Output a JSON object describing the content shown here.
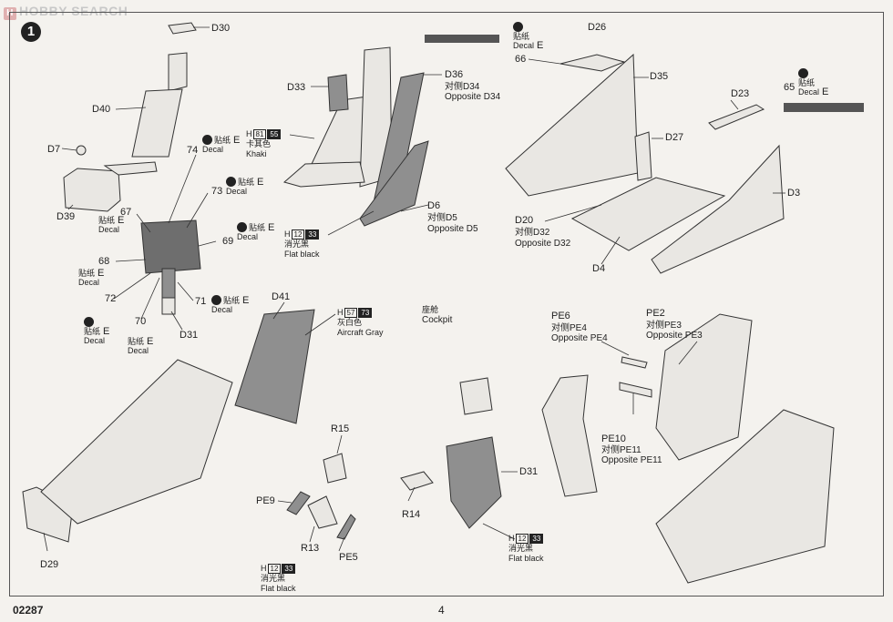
{
  "watermark": "HOBBY SEARCH",
  "step_number": "1",
  "footer": {
    "code": "02287",
    "page": "4"
  },
  "labels": {
    "d30": "D30",
    "d40": "D40",
    "d7": "D7",
    "d39": "D39",
    "d33": "D33",
    "d36": "D36",
    "d36_opp_cn": "对侧D34",
    "d36_opp": "Opposite D34",
    "d6": "D6",
    "d6_opp_cn": "对侧D5",
    "d6_opp": "Opposite D5",
    "d26": "D26",
    "d35": "D35",
    "d23": "D23",
    "d27": "D27",
    "d3": "D3",
    "d20": "D20",
    "d20_opp_cn": "对侧D32",
    "d20_opp": "Opposite D32",
    "d4": "D4",
    "n66": "66",
    "n65": "65",
    "n74": "74",
    "n73": "73",
    "n67": "67",
    "n69": "69",
    "n68": "68",
    "n72": "72",
    "n71": "71",
    "n70": "70",
    "d31a": "D31",
    "d41": "D41",
    "cockpit_cn": "座舱",
    "cockpit": "Cockpit",
    "pe6": "PE6",
    "pe6_opp_cn": "对侧PE4",
    "pe6_opp": "Opposite PE4",
    "pe2": "PE2",
    "pe2_opp_cn": "对侧PE3",
    "pe2_opp": "Opposite PE3",
    "pe10": "PE10",
    "pe10_opp_cn": "对侧PE11",
    "pe10_opp": "Opposite PE11",
    "r15": "R15",
    "pe9": "PE9",
    "r13": "R13",
    "pe5": "PE5",
    "r14": "R14",
    "d31b": "D31",
    "d29": "D29"
  },
  "decal": {
    "cn": "贴纸",
    "en": "Decal",
    "letter": "E"
  },
  "paints": {
    "khaki": {
      "h": "H",
      "n1": "81",
      "n2": "55",
      "cn": "卡其色",
      "en": "Khaki"
    },
    "flat_black": {
      "h": "H",
      "n1": "12",
      "n2": "33",
      "cn": "消光黑",
      "en": "Flat black"
    },
    "aircraft_gray": {
      "h": "H",
      "n1": "57",
      "n2": "73",
      "cn": "灰白色",
      "en": "Aircraft Gray"
    }
  }
}
